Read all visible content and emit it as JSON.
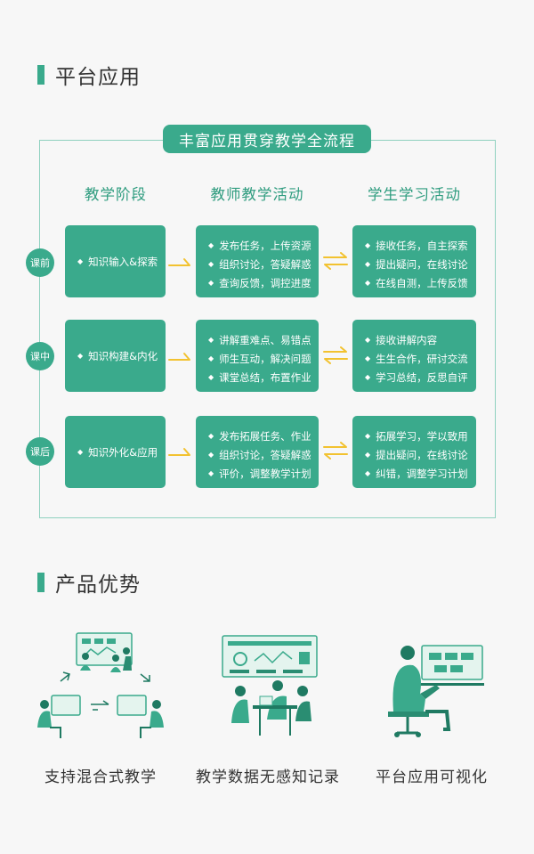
{
  "section1": {
    "title": "平台应用"
  },
  "banner": {
    "text": "丰富应用贯穿教学全流程"
  },
  "columns": {
    "stage": "教学阶段",
    "teacher": "教师教学活动",
    "student": "学生学习活动"
  },
  "rows": [
    {
      "stage": "课前",
      "knowledge": "知识输入&探索",
      "teacher": [
        "发布任务，上传资源",
        "组织讨论，答疑解惑",
        "查询反馈，调控进度"
      ],
      "student": [
        "接收任务，自主探索",
        "提出疑问，在线讨论",
        "在线自测，上传反馈"
      ]
    },
    {
      "stage": "课中",
      "knowledge": "知识构建&内化",
      "teacher": [
        "讲解重难点、易错点",
        "师生互动，解决问题",
        "课堂总结，布置作业"
      ],
      "student": [
        "接收讲解内容",
        "生生合作，研讨交流",
        "学习总结，反思自评"
      ]
    },
    {
      "stage": "课后",
      "knowledge": "知识外化&应用",
      "teacher": [
        "发布拓展任务、作业",
        "组织讨论，答疑解惑",
        "评价，调整教学计划"
      ],
      "student": [
        "拓展学习，学以致用",
        "提出疑问，在线讨论",
        "纠错，调整学习计划"
      ]
    }
  ],
  "bullet": "◆",
  "section2": {
    "title": "产品优势"
  },
  "advantages": [
    "支持混合式教学",
    "教学数据无感知记录",
    "平台应用可视化"
  ],
  "colors": {
    "green": "#3aaa8c",
    "dark_green": "#1f7a62",
    "arrow": "#f2c230",
    "frame": "#8fd1bf"
  }
}
